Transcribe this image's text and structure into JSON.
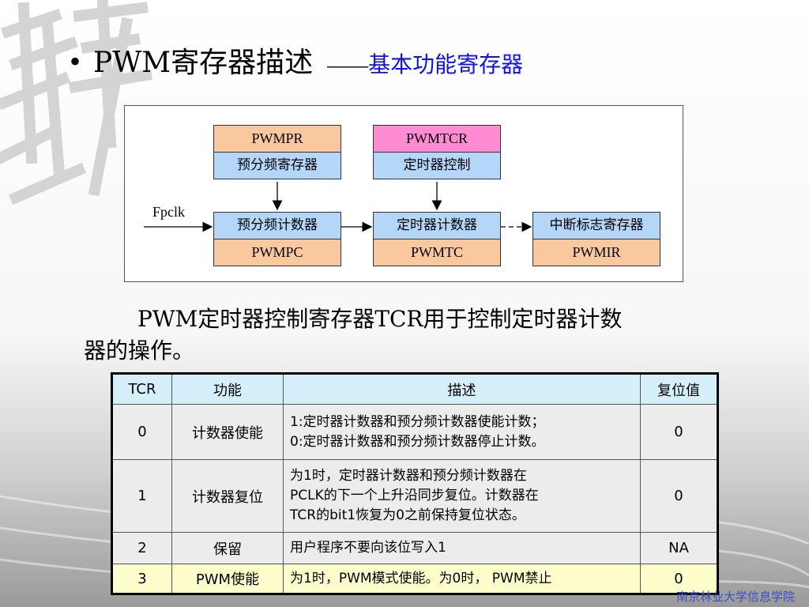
{
  "title": {
    "bullet": "•",
    "main": "PWM寄存器描述",
    "dash": "——",
    "sub": "基本功能寄存器"
  },
  "diagram": {
    "input_label": "Fpclk",
    "blocks": [
      {
        "top": "PWMPR",
        "bottom": "预分频寄存器"
      },
      {
        "top": "PWMTCR",
        "bottom": "定时器控制"
      },
      {
        "top": "预分频计数器",
        "bottom": "PWMPC"
      },
      {
        "top": "定时器计数器",
        "bottom": "PWMTC"
      },
      {
        "top": "中断标志寄存器",
        "bottom": "PWMIR"
      }
    ]
  },
  "paragraph": {
    "line1": "PWM定时器控制寄存器TCR用于控制定时器计数",
    "line2": "器的操作。"
  },
  "table": {
    "headers": [
      "TCR",
      "功能",
      "描述",
      "复位值"
    ],
    "rows": [
      {
        "bit": "0",
        "func": "计数器使能",
        "desc": [
          "1:定时器计数器和预分频计数器使能计数；",
          "0:定时器计数器和预分频计数器停止计数。"
        ],
        "reset": "0"
      },
      {
        "bit": "1",
        "func": "计数器复位",
        "desc": [
          "为1时，定时器计数器和预分频计数器在",
          "PCLK的下一个上升沿同步复位。计数器在",
          "TCR的bit1恢复为0之前保持复位状态。"
        ],
        "reset": "0"
      },
      {
        "bit": "2",
        "func": "保留",
        "desc": [
          "用户程序不要向该位写入1"
        ],
        "reset": "NA"
      },
      {
        "bit": "3",
        "func": "PWM使能",
        "desc": [
          "为1时，PWM模式使能。为0时， PWM禁止"
        ],
        "reset": "0"
      }
    ]
  },
  "footer": "南京林业大学信息学院"
}
